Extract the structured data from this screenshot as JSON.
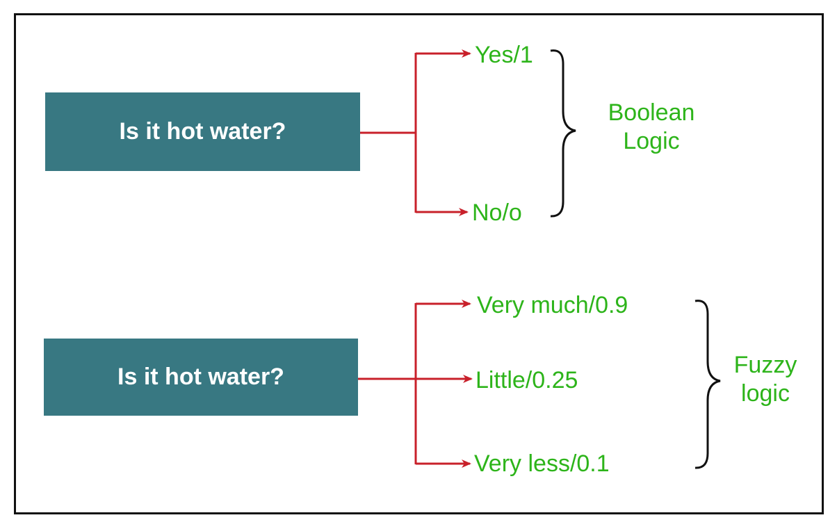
{
  "colors": {
    "box_fill": "#387882",
    "box_text": "#ffffff",
    "arrow": "#c8202a",
    "label_text": "#2db41a",
    "brace": "#111111",
    "frame": "#111111"
  },
  "boolean_section": {
    "question": "Is it hot water?",
    "outcomes": [
      {
        "label": "Yes/1"
      },
      {
        "label": "No/o"
      }
    ],
    "group_label_line1": "Boolean",
    "group_label_line2": "Logic"
  },
  "fuzzy_section": {
    "question": "Is it hot water?",
    "outcomes": [
      {
        "label": "Very much/0.9"
      },
      {
        "label": "Little/0.25"
      },
      {
        "label": "Very less/0.1"
      }
    ],
    "group_label_line1": "Fuzzy",
    "group_label_line2": "logic"
  }
}
